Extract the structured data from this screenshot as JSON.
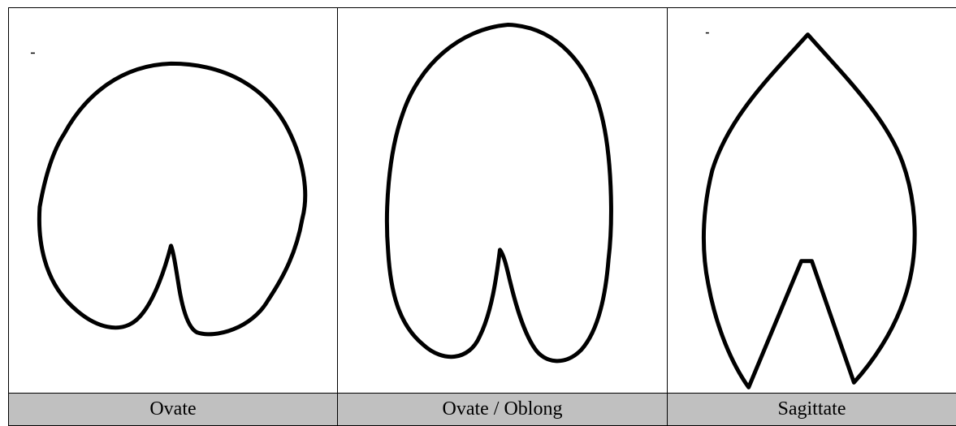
{
  "leaf_shapes": [
    {
      "label": "Ovate"
    },
    {
      "label": "Ovate / Oblong"
    },
    {
      "label": "Sagittate"
    }
  ],
  "colors": {
    "label_background": "#c0c0c0",
    "outline": "#000000",
    "border": "#000000"
  }
}
